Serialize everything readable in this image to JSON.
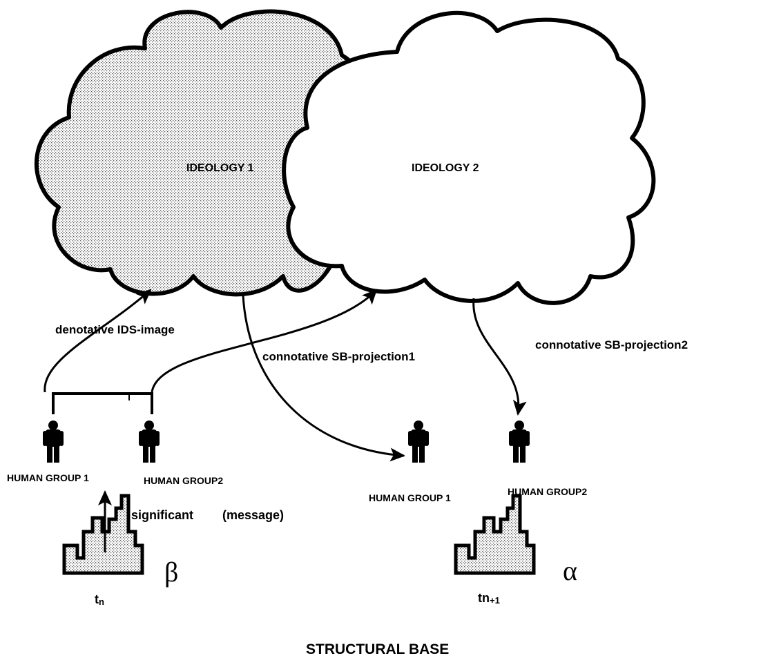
{
  "ideologies": {
    "ideology_1": "IDEOLOGY 1",
    "ideology_2": "IDEOLOGY 2"
  },
  "arrows": {
    "denotative": "denotative IDS-image",
    "connotative_1": "connotative SB-projection1",
    "connotative_2": "connotative SB-projection2",
    "significant": "significant",
    "message": "(message)"
  },
  "groups": {
    "left_group_1": "HUMAN GROUP 1",
    "left_group_2": "HUMAN GROUP2",
    "right_group_1": "HUMAN GROUP 1",
    "right_group_2": "HUMAN GROUP2"
  },
  "bases": {
    "left_symbol": "β",
    "right_symbol": "α",
    "left_time_main": "t",
    "left_time_sub": "n",
    "right_time_main": "tn",
    "right_time_sub": "+1"
  },
  "footer": {
    "title": "STRUCTURAL BASE"
  },
  "colors": {
    "ink": "#000000",
    "stipple": "#555555",
    "background": "#ffffff"
  }
}
